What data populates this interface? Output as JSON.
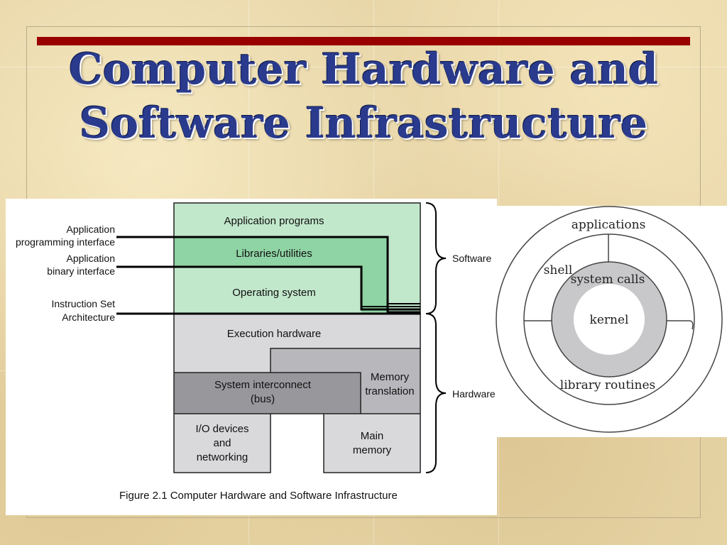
{
  "slide": {
    "title_line1": "Computer Hardware and",
    "title_line2": "Software Infrastructure",
    "accent_color": "#990000",
    "title_color": "#2a3a8c"
  },
  "figure": {
    "api_label_1": "Application",
    "api_label_2": "programming interface",
    "abi_label_1": "Application",
    "abi_label_2": "binary interface",
    "isa_label_1": "Instruction Set",
    "isa_label_2": "Architecture",
    "layers": {
      "app_programs": "Application programs",
      "libraries": "Libraries/utilities",
      "os": "Operating system",
      "exec_hw": "Execution hardware",
      "bus_1": "System interconnect",
      "bus_2": "(bus)",
      "mem_trans_1": "Memory",
      "mem_trans_2": "translation",
      "io_1": "I/O devices",
      "io_2": "and",
      "io_3": "networking",
      "main_mem_1": "Main",
      "main_mem_2": "memory"
    },
    "software_label": "Software",
    "hardware_label": "Hardware",
    "caption": "Figure 2.1 Computer Hardware and Software Infrastructure",
    "colors": {
      "light_green": "#c2e8cc",
      "mid_green": "#8fd4a4",
      "light_gray": "#d9d9dc",
      "mid_gray": "#b8b8bc",
      "dark_gray": "#98989c"
    }
  },
  "rings": {
    "applications": "applications",
    "shell": "shell",
    "system_calls": "system  calls",
    "kernel": "kernel",
    "library_routines": "library routines"
  }
}
